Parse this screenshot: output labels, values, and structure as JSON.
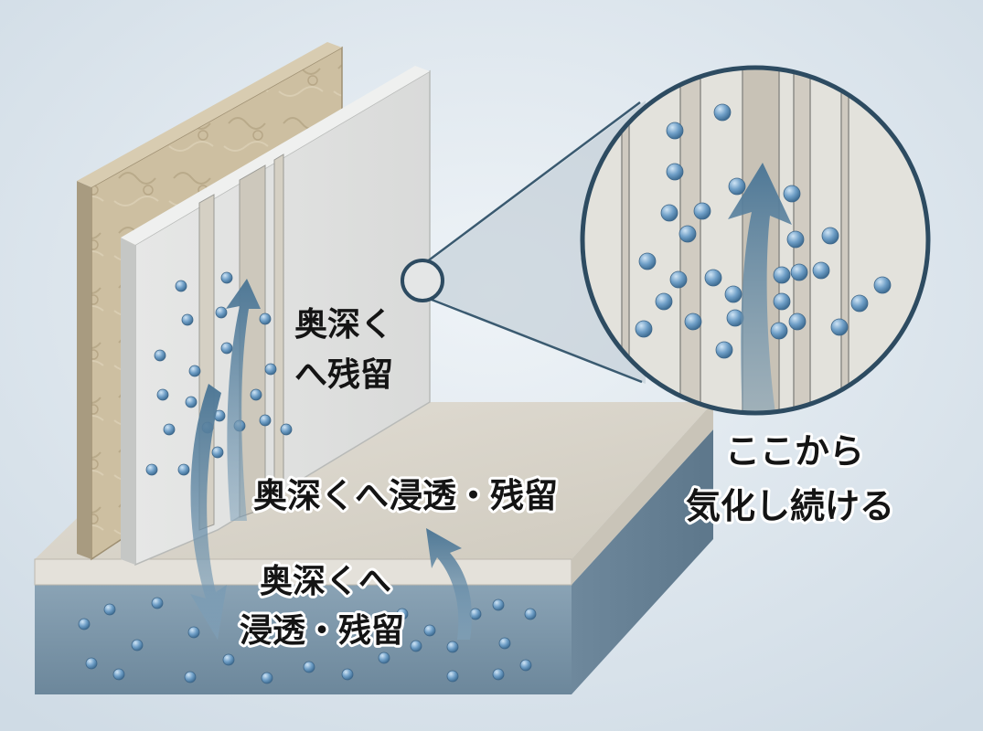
{
  "labels": {
    "wall_board": [
      "奥深く",
      "へ残留"
    ],
    "floor_surface": "奥深くへ浸透・残留",
    "floor_base": [
      "奥深くへ",
      "浸透・残留"
    ],
    "zoom_caption": [
      "ここから",
      "気化し続ける"
    ]
  },
  "colors": {
    "background": "#dfe7ee",
    "wallpaper": "#cfc2a4",
    "board": "#e2e3e2",
    "base_slab": "#7993a6",
    "floor_top": "#d8d4ca",
    "arrow": "#5c84a2",
    "particle": "#6f9fc7"
  },
  "icons": {
    "particles": "vapor-particle-icon",
    "arrows": "migration-arrow-icon"
  }
}
